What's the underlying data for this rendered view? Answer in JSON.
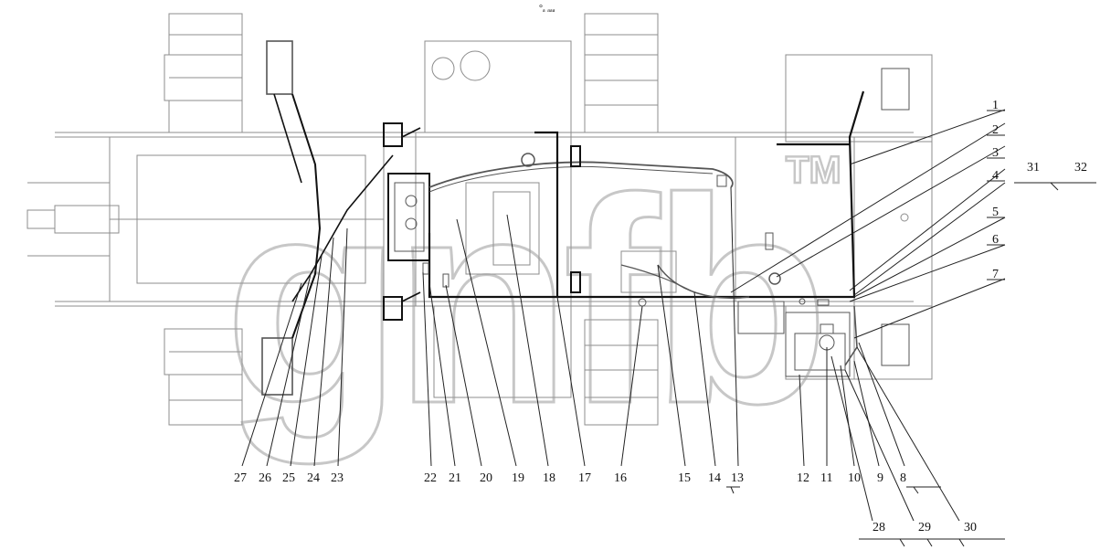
{
  "diagram": {
    "top_mark": "°ₐ ₐₐₐ",
    "watermark": "gnfb",
    "trademark": "TM",
    "callouts": {
      "right": [
        "1",
        "2",
        "3",
        "4",
        "5",
        "6",
        "7"
      ],
      "right_group": [
        "31",
        "32"
      ],
      "bottom": [
        "27",
        "26",
        "25",
        "24",
        "23",
        "22",
        "21",
        "20",
        "19",
        "18",
        "17",
        "16",
        "15",
        "14",
        "13",
        "12",
        "11",
        "10",
        "9",
        "8"
      ],
      "bottom_group": [
        "28",
        "29",
        "30"
      ]
    }
  }
}
